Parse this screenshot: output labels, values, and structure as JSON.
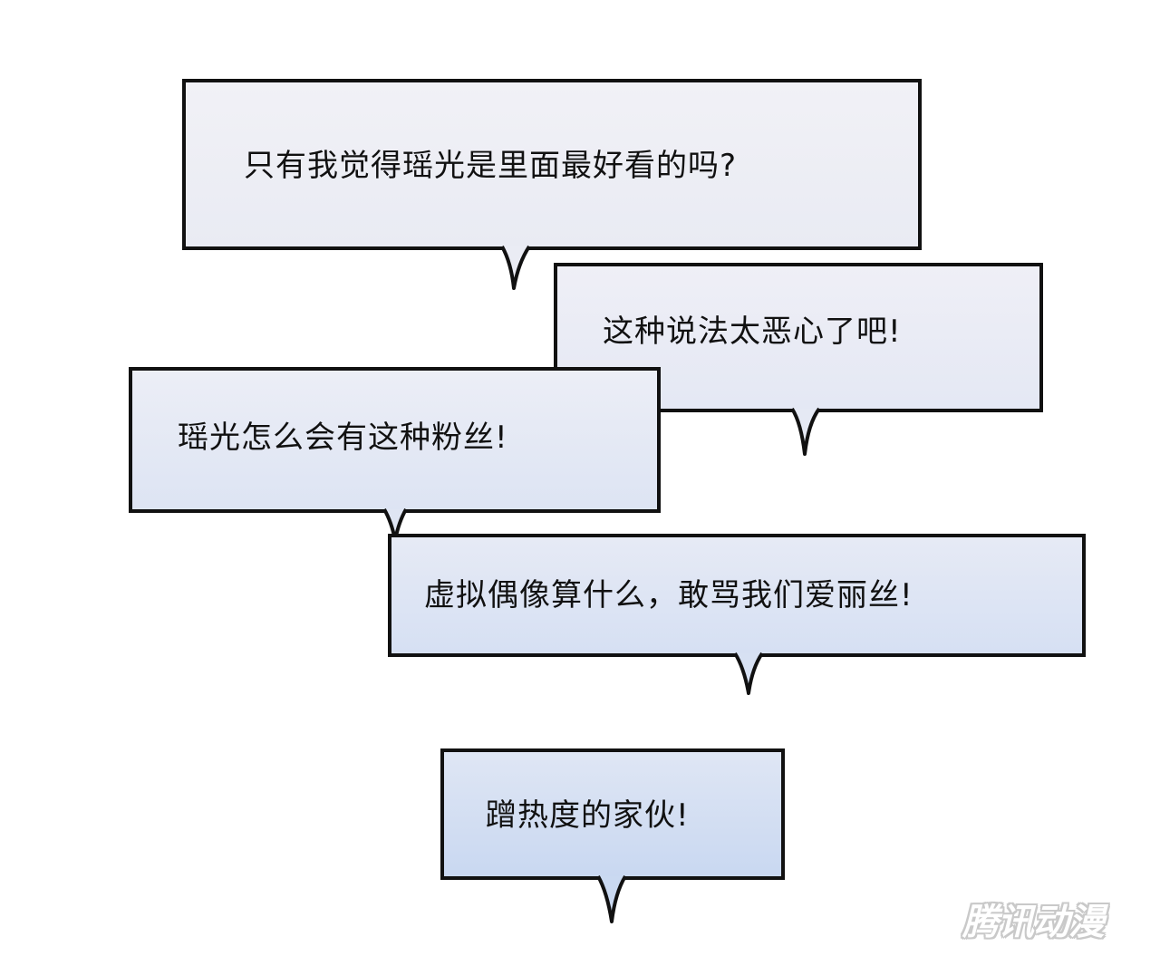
{
  "bubbles": [
    {
      "text": "只有我觉得瑶光是里面最好看的吗?"
    },
    {
      "text": "这种说法太恶心了吧!"
    },
    {
      "text": "瑶光怎么会有这种粉丝!"
    },
    {
      "text": "虚拟偶像算什么，敢骂我们爱丽丝!"
    },
    {
      "text": "蹭热度的家伙!"
    }
  ],
  "watermark": "腾讯动漫",
  "colors": {
    "outline": "#111111",
    "bubble_fill_top": "#f2f2f7",
    "bubble_fill_bottom": "#cfdcf2"
  }
}
